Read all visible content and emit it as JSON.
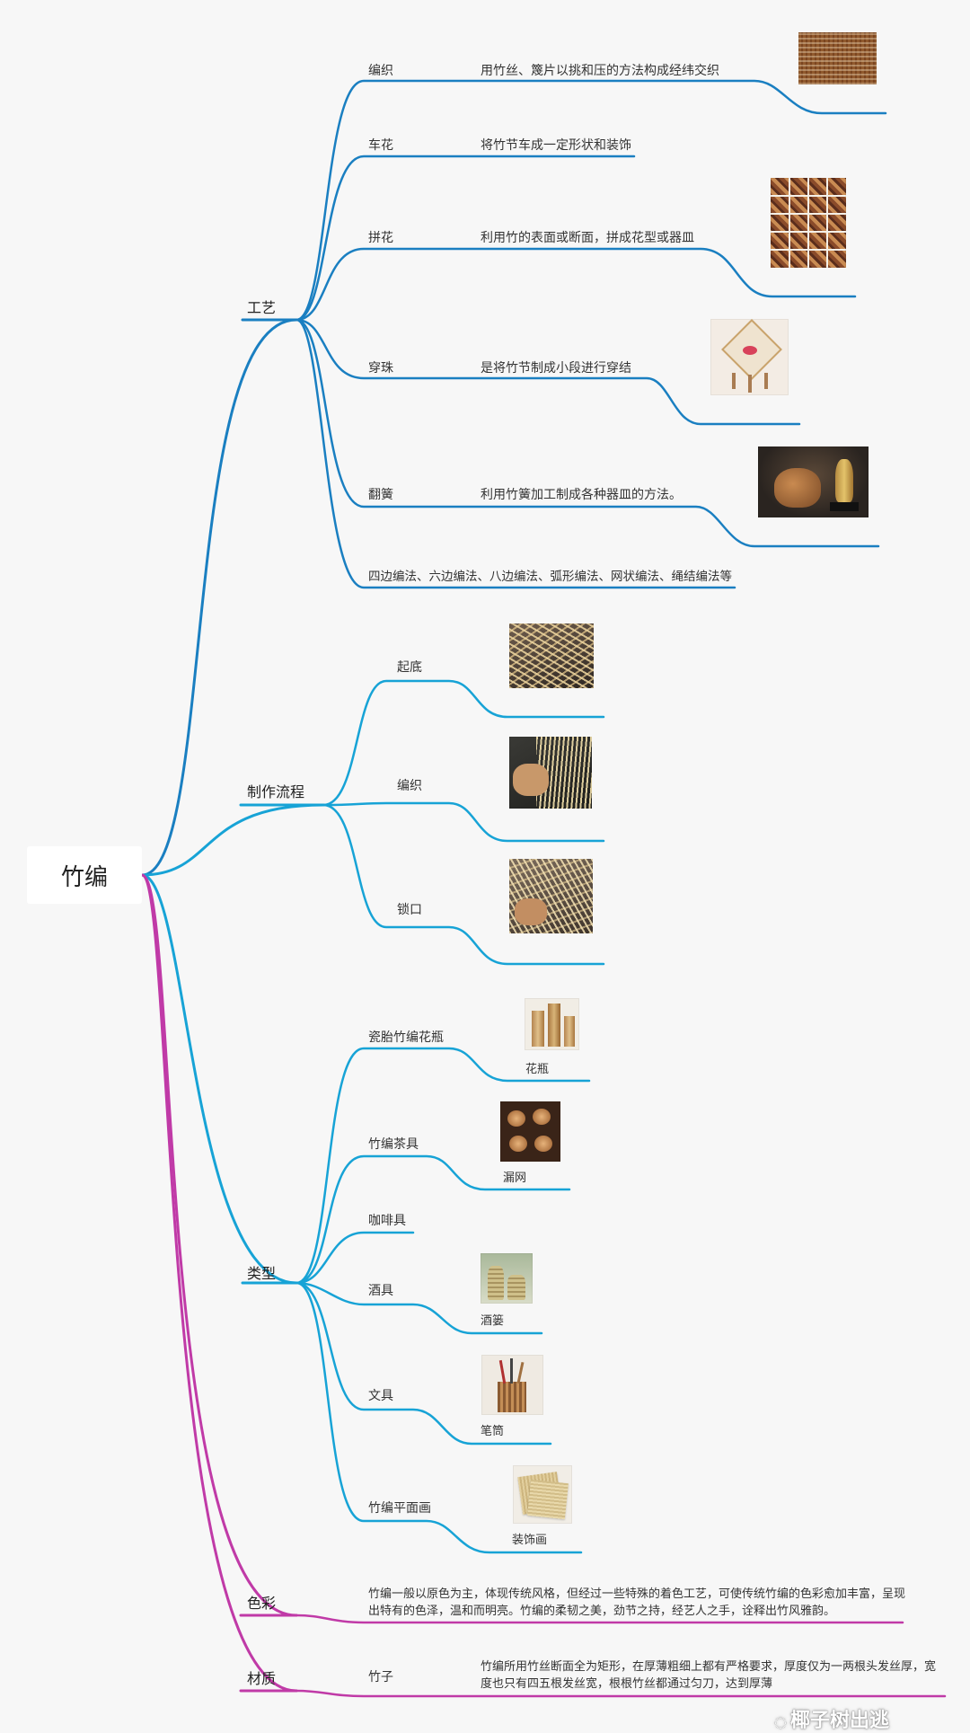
{
  "root": "竹编",
  "branches": {
    "craft": {
      "label": "工艺",
      "items": [
        {
          "label": "编织",
          "desc": "用竹丝、篾片以挑和压的方法构成经纬交织"
        },
        {
          "label": "车花",
          "desc": "将竹节车成一定形状和装饰"
        },
        {
          "label": "拼花",
          "desc": "利用竹的表面或断面，拼成花型或器皿"
        },
        {
          "label": "穿珠",
          "desc": "是将竹节制成小段进行穿结"
        },
        {
          "label": "翻簧",
          "desc": "利用竹簧加工制成各种器皿的方法。"
        }
      ],
      "methods": "四边编法、六边编法、八边编法、弧形编法、网状编法、绳结编法等"
    },
    "process": {
      "label": "制作流程",
      "items": [
        "起底",
        "编织",
        "锁口"
      ]
    },
    "types": {
      "label": "类型",
      "items": [
        {
          "label": "瓷胎竹编花瓶",
          "caption": "花瓶"
        },
        {
          "label": "竹编茶具",
          "caption": "漏网"
        },
        {
          "label": "咖啡具",
          "caption": ""
        },
        {
          "label": "酒具",
          "caption": "酒篓"
        },
        {
          "label": "文具",
          "caption": "笔筒"
        },
        {
          "label": "竹编平面画",
          "caption": "装饰画"
        }
      ]
    },
    "color": {
      "label": "色彩",
      "desc": "竹编一般以原色为主，体现传统风格，但经过一些特殊的着色工艺，可使传统竹编的色彩愈加丰富，呈现出特有的色泽，温和而明亮。竹编的柔韧之美，劲节之持，经艺人之手，诠释出竹风雅韵。"
    },
    "material": {
      "label": "材质",
      "sub": "竹子",
      "desc": "竹编所用竹丝断面全为矩形，在厚薄粗细上都有严格要求，厚度仅为一两根头发丝厚，宽度也只有四五根发丝宽，根根竹丝都通过匀刀，达到厚薄"
    }
  },
  "watermark": "椰子树出逃",
  "colors": {
    "blue": "#1a7fc1",
    "cyan": "#17a3d6",
    "magenta": "#c03aa7"
  }
}
